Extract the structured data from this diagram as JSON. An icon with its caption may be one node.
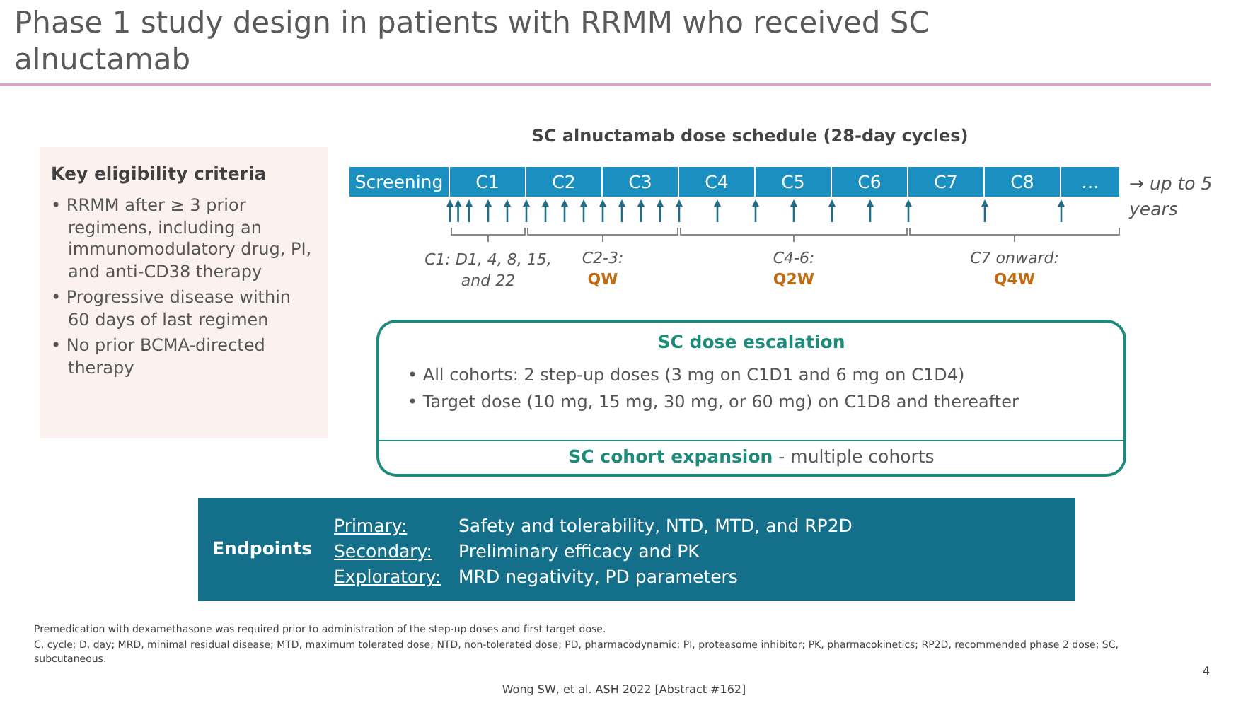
{
  "diagram": {
    "title": "Phase 1 study design in patients with RRMM who received SC alnuctamab",
    "nodes": [
      {
        "text": [
          "Key eligibility criteria",
          "• RRMM after ≥ 3 prior regimens, including an immunomodulatory drug, PI, and anti-CD38 therapy",
          "• Progressive disease within 60 days of last regimen",
          "• No prior BCMA-directed therapy"
        ]
      },
      {
        "text": [
          "Screening"
        ]
      },
      {
        "text": [
          "C1"
        ]
      },
      {
        "text": [
          "C2"
        ]
      },
      {
        "text": [
          "C3"
        ]
      },
      {
        "text": [
          "C4"
        ]
      },
      {
        "text": [
          "C5"
        ]
      },
      {
        "text": [
          "C6"
        ]
      },
      {
        "text": [
          "C7"
        ]
      },
      {
        "text": [
          "C8"
        ]
      },
      {
        "text": [
          "…"
        ]
      },
      {
        "text": [
          "SC dose escalation",
          "• All cohorts: 2 step-up doses (3 mg on C1D1 and 6 mg on C1D4)",
          "• Target dose (10 mg, 15 mg, 30 mg, or 60 mg) on C1D8 and thereafter"
        ]
      },
      {
        "text": [
          "**SC cohort expansion** - multiple cohorts"
        ]
      },
      {
        "text": [
          "Endpoints",
          "Primary:",
          "Safety and tolerability, NTD, MTD, and RP2D",
          "Secondary:",
          "Preliminary efficacy and PK",
          "Exploratory:",
          "MRD negativity, PD parameters"
        ]
      }
    ],
    "edges": [],
    "labels": [
      "SC alnuctamab dose schedule (28-day cycles)",
      "→ up to 5 years",
      "C1: D1, 4, 8, 15, and 22",
      "C2-3:",
      "QW",
      "C4-6:",
      "Q2W",
      "C7 onward:",
      "Q4W",
      "Premedication with dexamethasone was required prior to administration of the step-up doses and first target dose.",
      "C, cycle; D, day; MRD, minimal residual disease; MTD, maximum tolerated dose; NTD, non-tolerated dose; PD, pharmacodynamic; PI, proteasome inhibitor; PK, pharmacokinetics; RP2D, recommended phase 2 dose; SC, subcutaneous.",
      "Wong SW, et al. ASH 2022 [Abstract #162]",
      "4"
    ]
  }
}
